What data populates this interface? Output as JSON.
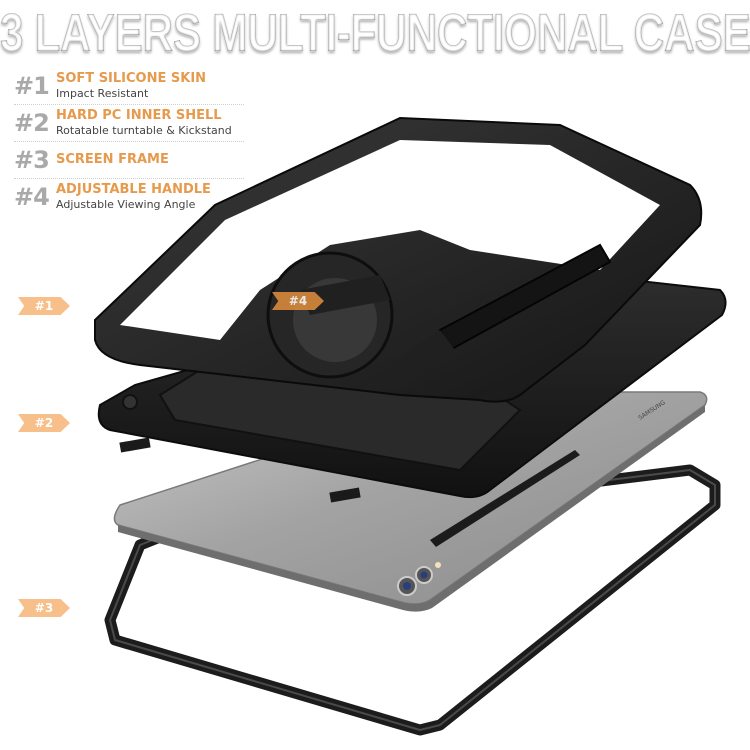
{
  "headline": {
    "title": "3 LAYERS MULTI-FUNCTIONAL CASE"
  },
  "features": [
    {
      "number": "#1",
      "title": "SOFT SILICONE SKIN",
      "subtitle": "Impact Resistant"
    },
    {
      "number": "#2",
      "title": "HARD PC INNER SHELL",
      "subtitle": "Rotatable turntable & Kickstand"
    },
    {
      "number": "#3",
      "title": "SCREEN FRAME",
      "subtitle": ""
    },
    {
      "number": "#4",
      "title": "ADJUSTABLE HANDLE",
      "subtitle": "Adjustable Viewing Angle"
    }
  ],
  "callouts": {
    "layer1": "#1",
    "layer2": "#2",
    "layer3": "#3",
    "handle": "#4"
  },
  "device": {
    "brand_mark": "SAMSUNG"
  },
  "colors": {
    "accent_orange": "#e69a4c",
    "tag_orange": "#f7c08a",
    "number_gray": "#a9a9a9",
    "case_black": "#1f1f1f",
    "tablet_silver": "#9a9a9a"
  }
}
